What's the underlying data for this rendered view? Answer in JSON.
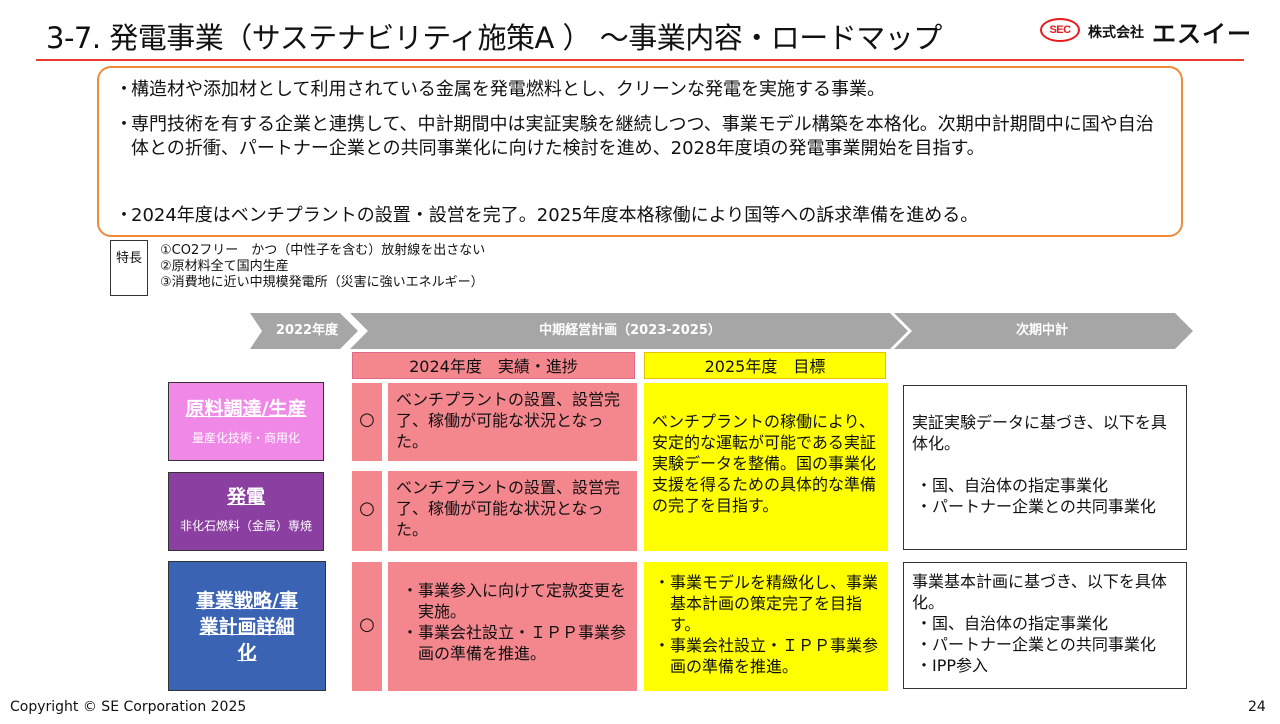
{
  "title": "3-7.  発電事業（サステナビリティ施策A ） ～事業内容・ロードマップ",
  "logo": {
    "mark": "SEC",
    "company_small": "株式会社",
    "company_big": "エスイー"
  },
  "summary": {
    "bullet_dot": "・",
    "bullets": [
      "構造材や添加材として利用されている金属を発電燃料とし、クリーンな発電を実施する事業。",
      "専門技術を有する企業と連携して、中計期間中は実証実験を継続しつつ、事業モデル構築を本格化。次期中計期間中に国や自治体との折衝、パートナー企業との共同事業化に向けた検討を進め、2028年度頃の発電事業開始を目指す。",
      "2024年度はベンチプラントの設置・設営を完了。2025年度本格稼働により国等への訴求準備を進める。"
    ]
  },
  "features": {
    "tag": "特長",
    "items": [
      "①CO2フリー　かつ（中性子を含む）放射線を出さない",
      "②原材料全て国内生産",
      "③消費地に近い中規模発電所（災害に強いエネルギー）"
    ]
  },
  "timeline": {
    "phases": [
      "2022年度",
      "中期経営計画（2023-2025）",
      "次期中計"
    ],
    "arrow_color": "#a6a6a6"
  },
  "columns": {
    "progress_header": "2024年度　実績・進捗",
    "target_header": "2025年度　目標"
  },
  "rows": [
    {
      "category": "原料調達/生産",
      "category_sub": "量産化技術・商用化",
      "mark": "○",
      "progress": "ベンチプラントの設置、設営完了、稼働が可能な状況となった。",
      "color": "#f088e8"
    },
    {
      "category": "発電",
      "category_sub": "非化石燃料（金属）専焼",
      "mark": "○",
      "progress": "ベンチプラントの設置、設営完了、稼働が可能な状況となった。",
      "color": "#8b3fa0"
    },
    {
      "category": "事業戦略/事業計画詳細化",
      "category_sub": "",
      "mark": "○",
      "progress_items": [
        "・事業参入に向けて定款変更を実施。",
        "・事業会社設立・ＩＰＰ事業参画の準備を推進。"
      ],
      "color": "#3a63b4"
    }
  ],
  "targets": {
    "top": "ベンチプラントの稼働により、安定的な運転が可能である実証実験データを整備。国の事業化支援を得るための具体的な準備の完了を目指す。",
    "bottom_items": [
      "・事業モデルを精緻化し、事業基本計画の策定完了を目指す。",
      "・事業会社設立・ＩＰＰ事業参画の準備を推進。"
    ]
  },
  "next_plan": {
    "top_text": "実証実験データに基づき、以下を具体化。",
    "top_items": [
      "・国、自治体の指定事業化",
      "・パートナー企業との共同事業化"
    ],
    "bottom_text": "事業基本計画に基づき、以下を具体化。",
    "bottom_items": [
      "・国、自治体の指定事業化",
      "・パートナー企業との共同事業化",
      "・IPP参入"
    ]
  },
  "footer": {
    "copyright": "Copyright © SE Corporation 2025",
    "page": "24"
  }
}
